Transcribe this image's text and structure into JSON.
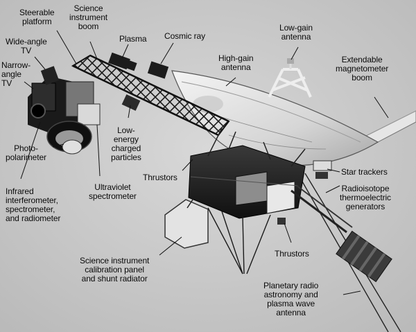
{
  "labels": {
    "steerable_platform": [
      "Steerable",
      "platform"
    ],
    "science_boom": [
      "Science",
      "instrument",
      "boom"
    ],
    "plasma": [
      "Plasma"
    ],
    "cosmic_ray": [
      "Cosmic ray"
    ],
    "low_gain": [
      "Low-gain",
      "antenna"
    ],
    "wide_angle_tv": [
      "Wide-angle",
      "TV"
    ],
    "narrow_angle_tv": [
      "Narrow-",
      "angle",
      "TV"
    ],
    "high_gain": [
      "High-gain",
      "antenna"
    ],
    "magnetometer": [
      "Extendable",
      "magnetometer",
      "boom"
    ],
    "low_energy": [
      "Low-",
      "energy",
      "charged",
      "particles"
    ],
    "photopolarimeter": [
      "Photo-",
      "polarimeter"
    ],
    "thrustors_upper": [
      "Thrustors"
    ],
    "star_trackers": [
      "Star trackers"
    ],
    "rtg": [
      "Radioisotope",
      "thermoelectric",
      "generators"
    ],
    "infrared": [
      "Infrared",
      "interferometer,",
      "spectrometer,",
      "and radiometer"
    ],
    "ultraviolet": [
      "Ultraviolet",
      "spectrometer"
    ],
    "thrustors_lower": [
      "Thrustors"
    ],
    "calibration": [
      "Science instrument",
      "calibration panel",
      "and shunt radiator"
    ],
    "radio_antenna": [
      "Planetary radio",
      "astronomy and",
      "plasma wave",
      "antenna"
    ]
  }
}
